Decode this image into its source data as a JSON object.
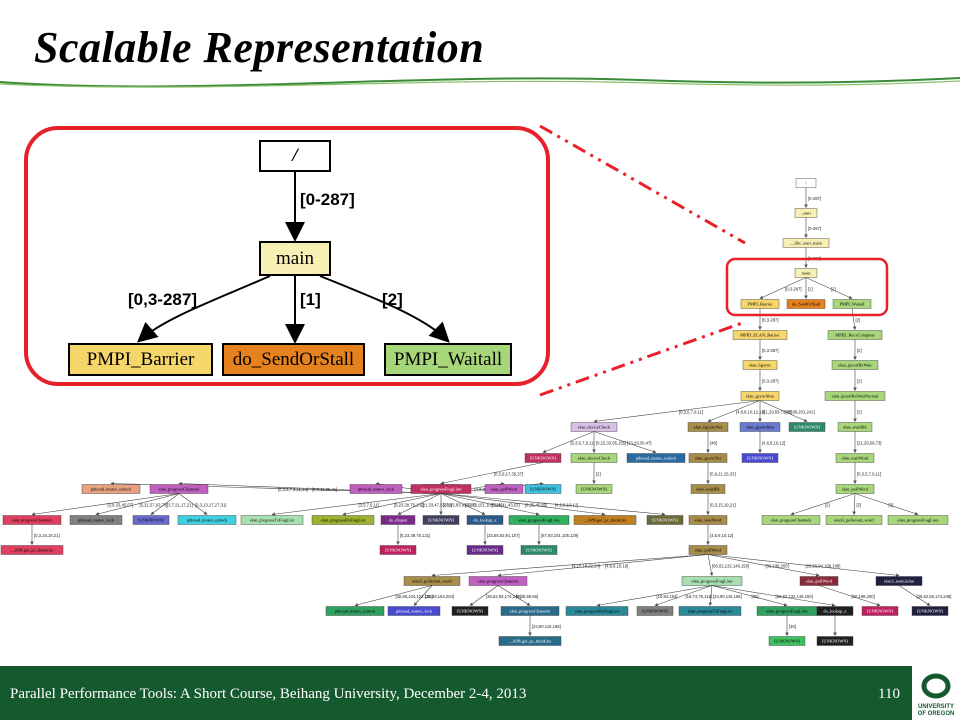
{
  "slide": {
    "title": "Scalable Representation",
    "footer": "Parallel Performance Tools: A Short Course, Beihang University, December 2-4, 2013",
    "page_number": "110",
    "logo_text_1": "UNIVERSITY",
    "logo_text_2": "OF OREGON"
  },
  "colors": {
    "footer_green": "#155a2f",
    "highlight_red": "#e8202a",
    "yellow": "#f5d66a",
    "orange": "#e6821e",
    "light_green": "#a8d67a",
    "cream": "#f7efb4"
  },
  "zoom_graph": {
    "root": "/",
    "edge_root_main": "[0-287]",
    "main": "main",
    "edge_barrier": "[0,3-287]",
    "edge_sendorstall": "[1]",
    "edge_waitall": "[2]",
    "barrier": "PMPI_Barrier",
    "sendorstall": "do_SendOrStall",
    "waitall": "PMPI_Waitall"
  },
  "overview": {
    "nodes": [
      {
        "id": "n_root",
        "label": "/",
        "color": "#ffffff"
      },
      {
        "id": "n_start",
        "label": "_start",
        "color": "#f7efb4"
      },
      {
        "id": "n_libc",
        "label": "__libc_start_main",
        "color": "#f7efb4"
      },
      {
        "id": "n_main",
        "label": "main",
        "color": "#f7efb4"
      },
      {
        "id": "n_barrier",
        "label": "PMPI_Barrier",
        "color": "#f5d66a"
      },
      {
        "id": "n_sendor",
        "label": "do_SendOrStall",
        "color": "#e6821e"
      },
      {
        "id": "n_waitall",
        "label": "PMPI_Waitall",
        "color": "#a8d67a"
      },
      {
        "id": "n_mpidbar",
        "label": "MPID_ELAN_Barrier",
        "color": "#f5d66a"
      },
      {
        "id": "n_mpidrecv",
        "label": "MPID_RecvComplete",
        "color": "#a8d67a"
      },
      {
        "id": "n_hgsync",
        "label": "elan_hgsync",
        "color": "#f5d66a"
      },
      {
        "id": "n_iport",
        "label": "elan_ipoortRxWait",
        "color": "#a8d67a"
      },
      {
        "id": "n_gsyncshm",
        "label": "elan_gsyncShm",
        "color": "#f5d66a"
      },
      {
        "id": "n_iportnormal",
        "label": "elan_ipoortRxWaitNormal",
        "color": "#a8d67a"
      },
      {
        "id": "n_devcheck",
        "label": "elan_deviceCheck",
        "color": "#d8c0e8"
      },
      {
        "id": "n_hgsyncnet",
        "label": "elan_hgsyncNet",
        "color": "#a88c4a"
      },
      {
        "id": "n_gsyncshm2",
        "label": "elan_gsyncShm",
        "color": "#6a7ad0"
      },
      {
        "id": "n_unk1",
        "label": "[UNKNOWN]",
        "color": "#2a8a6a"
      },
      {
        "id": "n_waitbf",
        "label": "elan_waitBlk",
        "color": "#a8d67a"
      },
      {
        "id": "n_unk2",
        "label": "[UNKNOWN]",
        "color": "#c03060"
      },
      {
        "id": "n_devcheck2",
        "label": "elan_deviceCheck",
        "color": "#a8d67a"
      },
      {
        "id": "n_mutexunlock1",
        "label": "pthread_mutex_unlock",
        "color": "#2a6aa0"
      },
      {
        "id": "n_gsyncnet",
        "label": "elan_gsyncNet",
        "color": "#a88c4a"
      },
      {
        "id": "n_unk3",
        "label": "[UNKNOWN]",
        "color": "#4a4ad0"
      },
      {
        "id": "n_waitword1",
        "label": "elan_waitWord",
        "color": "#a8d67a"
      },
      {
        "id": "n_pollword1",
        "label": "elan_pollWord",
        "color": "#f0c0e0"
      },
      {
        "id": "n_unk4",
        "label": "[UNKNOWN]",
        "color": "#a8d67a"
      },
      {
        "id": "n_waitbf2",
        "label": "elan_waitBlk",
        "color": "#a88c4a"
      },
      {
        "id": "n_pollword2",
        "label": "elan_pollWord",
        "color": "#a8d67a"
      },
      {
        "id": "n_mutexunlock2",
        "label": "pthread_mutex_unlock",
        "color": "#e8a080"
      },
      {
        "id": "n_progchan1",
        "label": "elan_progressChannels",
        "color": "#c060c0"
      },
      {
        "id": "n_mutexlock1",
        "label": "pthread_mutex_lock",
        "color": "#c060c0"
      },
      {
        "id": "n_progfrag1",
        "label": "elan_progressFragLists",
        "color": "#c03060"
      },
      {
        "id": "n_pollword3",
        "label": "elan_pollWord",
        "color": "#c060c0"
      },
      {
        "id": "n_unk5",
        "label": "[UNKNOWN]",
        "color": "#40c0e0"
      },
      {
        "id": "n_waitword2",
        "label": "elan_waitWord",
        "color": "#a88c4a"
      },
      {
        "id": "n_progchan2",
        "label": "elan_progressChannels",
        "color": "#e04060"
      },
      {
        "id": "n_mutexlock2",
        "label": "pthread_mutex_lock",
        "color": "#808080"
      },
      {
        "id": "n_unk6",
        "label": "[UNKNOWN]",
        "color": "#6a6ad0"
      },
      {
        "id": "n_mutexunlock3",
        "label": "pthread_mutex_unlock",
        "color": "#40d0e0"
      },
      {
        "id": "n_progtx",
        "label": "elan_progressTxFragList",
        "color": "#a8e0b0"
      },
      {
        "id": "n_progrx",
        "label": "elan_progressRxFragList",
        "color": "#a0b030"
      },
      {
        "id": "n_dlopen",
        "label": "do_dlopen",
        "color": "#7a2a8a"
      },
      {
        "id": "n_unk7",
        "label": "[UNKNOWN]",
        "color": "#404060"
      },
      {
        "id": "n_lookup",
        "label": "do_lookup_x",
        "color": "#2a5a8a"
      },
      {
        "id": "n_progfrag2",
        "label": "elan_progressFragLists",
        "color": "#30b060"
      },
      {
        "id": "n_i686a",
        "label": "__i686.get_pc_thunk.bx",
        "color": "#c08020"
      },
      {
        "id": "n_unk8",
        "label": "[UNKNOWN]",
        "color": "#6a6a3a"
      },
      {
        "id": "n_progchan3",
        "label": "elan_progressChannels",
        "color": "#a8d67a"
      },
      {
        "id": "n_pollevent1",
        "label": "elan3_pollevent_word",
        "color": "#a8d67a"
      },
      {
        "id": "n_progfrag3",
        "label": "elan_progressFragLists",
        "color": "#a8d67a"
      },
      {
        "id": "n_i686b",
        "label": "__i686.get_pc_thunk.bx",
        "color": "#e04060"
      },
      {
        "id": "n_unk9",
        "label": "[UNKNOWN]",
        "color": "#c02060"
      },
      {
        "id": "n_unk10",
        "label": "[UNKNOWN]",
        "color": "#6a2a8a"
      },
      {
        "id": "n_unk11",
        "label": "[UNKNOWN]",
        "color": "#2a8a6a"
      },
      {
        "id": "n_unk12",
        "label": "[UNKNOWN]",
        "color": "#40c060"
      },
      {
        "id": "n_pollword4",
        "label": "elan_pollWord",
        "color": "#a88c4a"
      },
      {
        "id": "n_pollevent2",
        "label": "elan3_pollevent_word",
        "color": "#a88c4a"
      },
      {
        "id": "n_progchan4",
        "label": "elan_progressChannels",
        "color": "#c060c0"
      },
      {
        "id": "n_progfrag4",
        "label": "elan_progressFragLists",
        "color": "#a8e0b0"
      },
      {
        "id": "n_pollword5",
        "label": "elan_pollWord",
        "color": "#8a2a3a"
      },
      {
        "id": "n_main2elan",
        "label": "elan3_main2elan",
        "color": "#202040"
      },
      {
        "id": "n_mutexunlock4",
        "label": "pthread_mutex_unlock",
        "color": "#30a060"
      },
      {
        "id": "n_mutexlock3",
        "label": "pthread_mutex_lock",
        "color": "#4a4ad0"
      },
      {
        "id": "n_unk13",
        "label": "[UNKNOWN]",
        "color": "#202020"
      },
      {
        "id": "n_progchan5",
        "label": "elan_progressChannels",
        "color": "#2a6a8a"
      },
      {
        "id": "n_progrx2",
        "label": "elan_progressRxFragList",
        "color": "#2a8a9a"
      },
      {
        "id": "n_unk14",
        "label": "[UNKNOWN]",
        "color": "#808080"
      },
      {
        "id": "n_progtx2",
        "label": "elan_progressTxFragList",
        "color": "#2a8a9a"
      },
      {
        "id": "n_progfrag5",
        "label": "elan_progressFragLists",
        "color": "#30a060"
      },
      {
        "id": "n_lookup2",
        "label": "do_lookup_x",
        "color": "#202020"
      },
      {
        "id": "n_unk15",
        "label": "[UNKNOWN]",
        "color": "#c02060"
      },
      {
        "id": "n_unk16",
        "label": "[UNKNOWN]",
        "color": "#202040"
      },
      {
        "id": "n_i686c",
        "label": "__i686.get_pc_thunk.bx",
        "color": "#2a6a8a"
      },
      {
        "id": "n_unk17",
        "label": "[UNKNOWN]",
        "color": "#40c060"
      },
      {
        "id": "n_unk18",
        "label": "[UNKNOWN]",
        "color": "#202020"
      }
    ],
    "edge_labels": [
      "[0-287]",
      "[0-287]",
      "[0-287]",
      "[0,3-287]",
      "[1]",
      "[2]",
      "[0,3-287]",
      "[2]",
      "[0,3-287]",
      "[2]",
      "[0,3-287]",
      "[2]",
      "[0,3,5,7,9,11]",
      "[4,6,8,10,12,14]",
      "[21,29,59,73,77]",
      "[88,89,201,241]",
      "[2]",
      "[0,3,5,7,9,11]",
      "[0,15,33,95,155]",
      "[13,29,30,47]",
      "[46]",
      "[4,6,8,10,12]",
      "[21,29,59,73]",
      "[2]",
      "[0,9,21,25,33]",
      "[0,3,5,7,9,11]",
      "[0,5,9,17,35,37]",
      "[0,3,5,7,9,11,13]",
      "[5,9,11,25,41]",
      "[37,43,97,107,189]",
      "[13,29,30,47]",
      "[4,6,8,10,12]",
      "[2]",
      "[0,3,15,19,21]",
      "[3,9,33,45,57]",
      "[5,21,57,63,73]",
      "[3,7,21,17,21]",
      "[0,3,13,17,27,31]",
      "[3,5,7,9,11]",
      "[5,23,39,75,131]",
      "[21,33,47,53,71]",
      "[33,65,83,91,107]",
      "[67,93,101,105,129]",
      "[5,11,41,43,53]",
      "[9,25,45,85]",
      "[4,6,8,10,12]",
      "[2]",
      "[2]",
      "[2]",
      "[0,3,15,19,21]",
      "[5,23,39,75,131]",
      "[33,65,83,91,107]",
      "[67,93,101,105,129]",
      "[4,6,8,10,12]",
      "[4,10,18,22,24]",
      "[4,6,8,10,18]",
      "[66,82,132,146,150]",
      "[30,198,200]",
      "[28,56,94,106,108]",
      "[30,60,104,122,130]",
      "[26,38,164,204]",
      "[36,52,56,174,248]",
      "[8,38,58,66]",
      "[10,84,184]",
      "[18,74,76,118]",
      "[24,90,116,166]",
      "[30]",
      "[66,82,132,146,150]",
      "[30,198,200]",
      "[36,52,56,174,248]",
      "[24,90,116,166]",
      "[30]"
    ]
  }
}
